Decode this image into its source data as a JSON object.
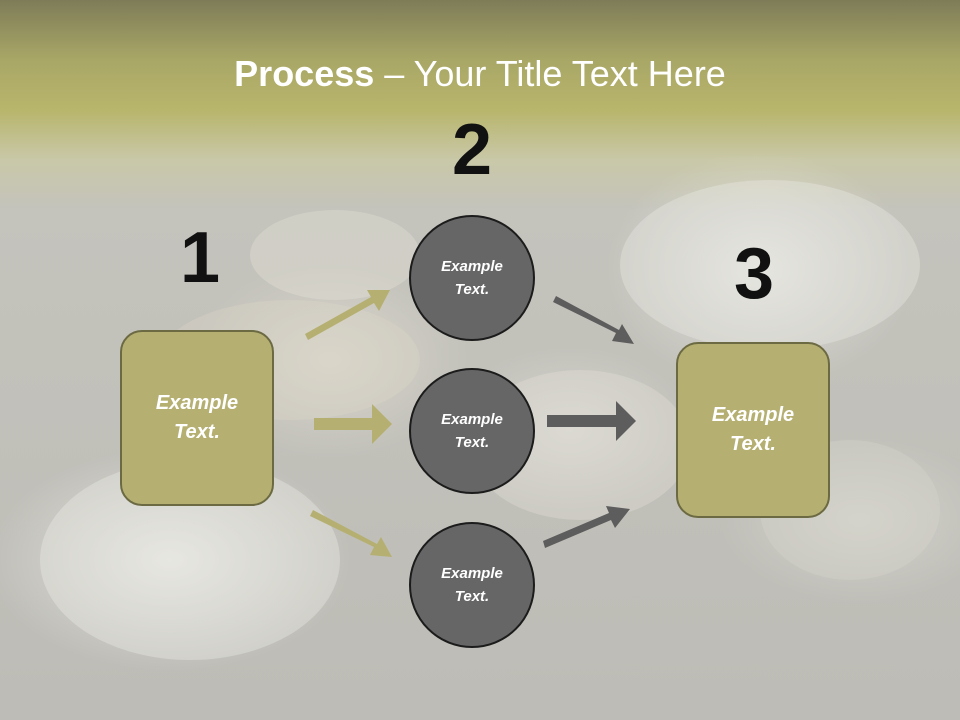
{
  "title": {
    "bold": "Process",
    "rest": " – Your Title Text Here"
  },
  "steps": [
    {
      "number": "1",
      "text": "Example\nText."
    },
    {
      "number": "2",
      "items": [
        "Example\nText.",
        "Example\nText.",
        "Example\nText."
      ]
    },
    {
      "number": "3",
      "text": "Example\nText."
    }
  ],
  "colors": {
    "box_fill": "#b5b072",
    "circle_fill": "#666666",
    "left_arrow": "#b5b072",
    "right_arrow": "#5d5d5d",
    "title_band": "#b8b56c"
  }
}
